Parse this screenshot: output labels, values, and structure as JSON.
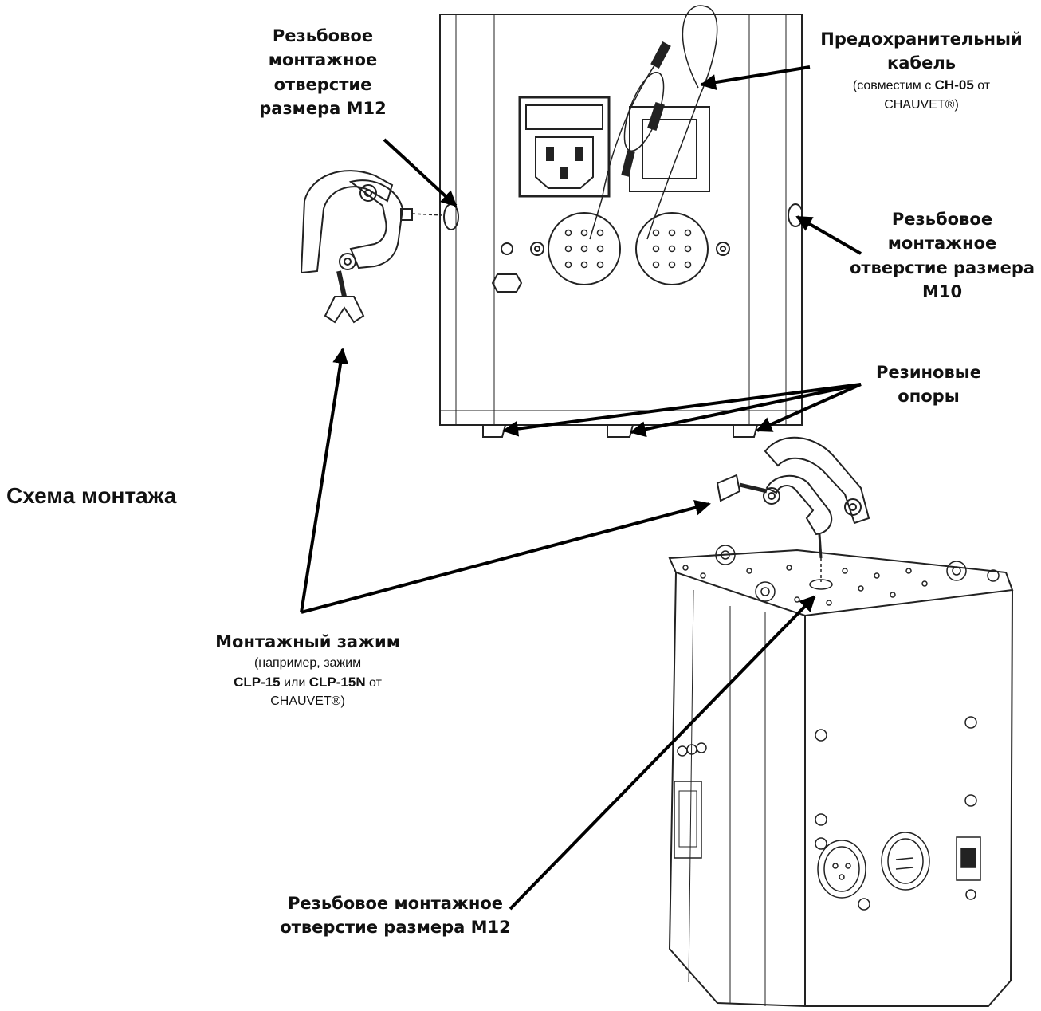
{
  "title": "Схема монтажа",
  "labels": {
    "top_left_hole": [
      "Резьбовое",
      "монтажное",
      "отверстие",
      "размера M12"
    ],
    "safety_cable": {
      "line1": "Предохранительный",
      "line2": "кабель",
      "note_prefix": "(совместим с ",
      "note_model": "CH-05",
      "note_suffix": " от",
      "note_brand": "CHAUVET®)"
    },
    "right_hole": [
      "Резьбовое",
      "монтажное",
      "отверстие размера",
      "M10"
    ],
    "rubber_feet": [
      "Резиновые",
      "опоры"
    ],
    "clamp": {
      "line1": "Монтажный зажим",
      "line2": "(например, зажим",
      "model1": "CLP-15",
      "or": " или ",
      "model2": "CLP-15N",
      "from": " от",
      "brand": "CHAUVET®)"
    },
    "bottom_hole": [
      "Резьбовое монтажное",
      "отверстие размера M12"
    ]
  }
}
